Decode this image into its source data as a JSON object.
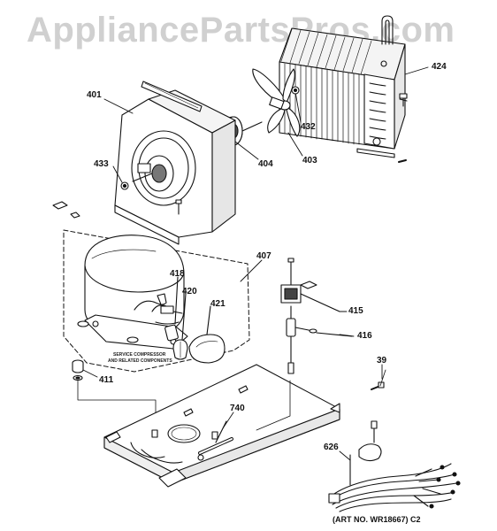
{
  "watermark": "AppliancePartsPros.com",
  "art_number": "(ART NO. WR18667)  C2",
  "service_note": {
    "line1": "SERVICE COMPRESSOR",
    "line2": "AND RELATED COMPONENTS"
  },
  "callouts": {
    "p401": "401",
    "p424": "424",
    "p432": "432",
    "p403": "403",
    "p404": "404",
    "p433": "433",
    "p407": "407",
    "p418": "418",
    "p420": "420",
    "p421": "421",
    "p415": "415",
    "p416": "416",
    "p411": "411",
    "p39": "39",
    "p740": "740",
    "p626": "626"
  }
}
